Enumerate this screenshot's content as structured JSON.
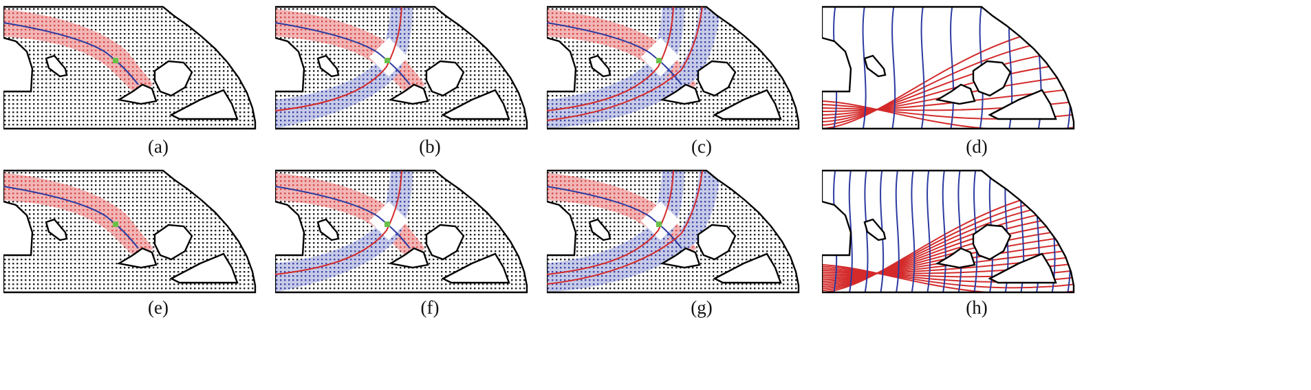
{
  "colors": {
    "outline": "#000000",
    "background": "#ffffff",
    "material_dot": "#222222",
    "region_red": "#f2b6b6",
    "region_red_dot": "#d84848",
    "region_blue": "#c7cbe8",
    "region_blue_dot": "#3c46a6",
    "path_blue": "#2b3aa0",
    "path_red": "#d42a2a",
    "seed_point": "#6ac04a"
  },
  "panels": [
    {
      "id": "a",
      "label": "(a)",
      "kind": "seed"
    },
    {
      "id": "b",
      "label": "(b)",
      "kind": "cross"
    },
    {
      "id": "c",
      "label": "(c)",
      "kind": "cross2"
    },
    {
      "id": "d",
      "label": "(d)",
      "kind": "field"
    },
    {
      "id": "e",
      "label": "(e)",
      "kind": "seed"
    },
    {
      "id": "f",
      "label": "(f)",
      "kind": "cross"
    },
    {
      "id": "g",
      "label": "(g)",
      "kind": "cross2"
    },
    {
      "id": "h",
      "label": "(h)",
      "kind": "field_dense"
    }
  ]
}
